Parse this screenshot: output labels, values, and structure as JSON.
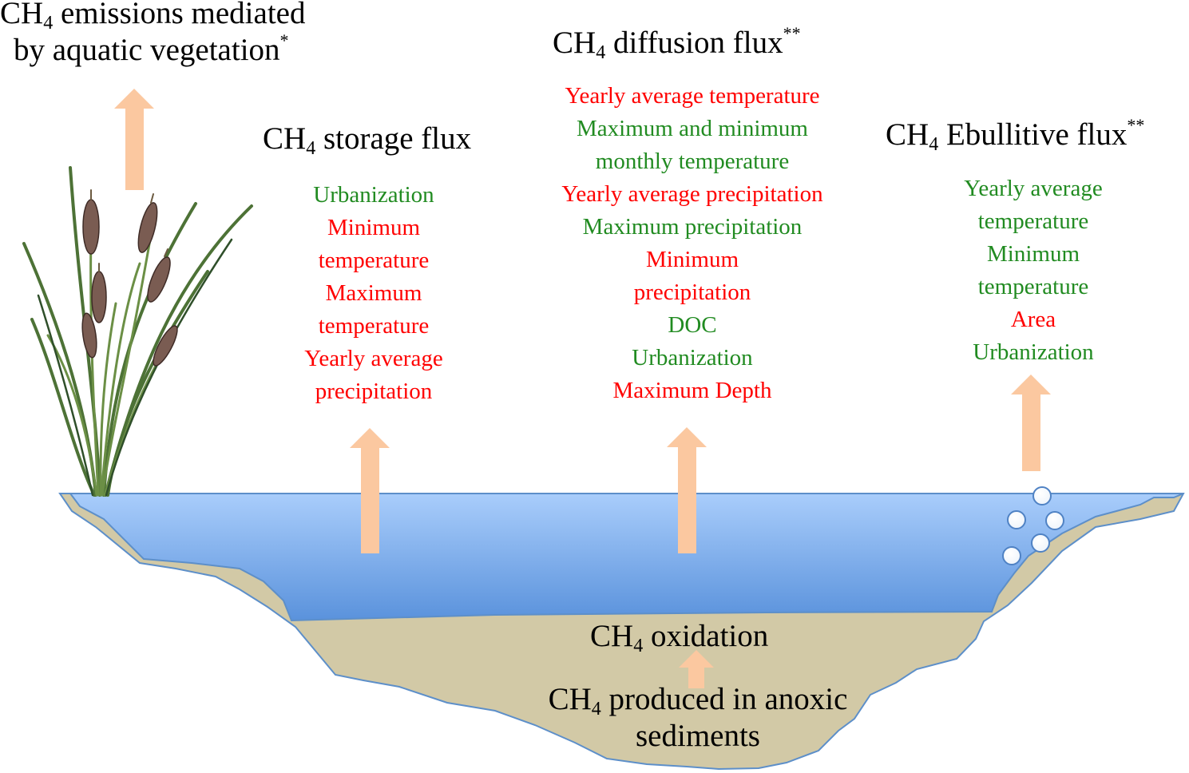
{
  "vegetation": {
    "title_pre": "CH",
    "title_sub": "4",
    "title_line1": " emissions mediated",
    "title_line2": "by aquatic vegetation",
    "title_sup": "*"
  },
  "storage": {
    "title_pre": "CH",
    "title_sub": "4",
    "title_post": " storage flux",
    "factors": [
      {
        "text": "Urbanization",
        "color": "green"
      },
      {
        "text": "Minimum",
        "color": "red"
      },
      {
        "text": "temperature",
        "color": "red"
      },
      {
        "text": "Maximum",
        "color": "red"
      },
      {
        "text": "temperature",
        "color": "red"
      },
      {
        "text": "Yearly average",
        "color": "red"
      },
      {
        "text": "precipitation",
        "color": "red"
      }
    ]
  },
  "diffusion": {
    "title_pre": "CH",
    "title_sub": "4",
    "title_post": " diffusion flux",
    "title_sup": "**",
    "factors": [
      {
        "text": "Yearly average temperature",
        "color": "red"
      },
      {
        "text": "Maximum and minimum",
        "color": "green"
      },
      {
        "text": "monthly temperature",
        "color": "green"
      },
      {
        "text": "Yearly average precipitation",
        "color": "red"
      },
      {
        "text": "Maximum precipitation",
        "color": "green"
      },
      {
        "text": "Minimum",
        "color": "red"
      },
      {
        "text": "precipitation",
        "color": "red"
      },
      {
        "text": "DOC",
        "color": "green"
      },
      {
        "text": "Urbanization",
        "color": "green"
      },
      {
        "text": "Maximum Depth",
        "color": "red"
      }
    ]
  },
  "ebullitive": {
    "title_pre": "CH",
    "title_sub": "4",
    "title_post": " Ebullitive flux",
    "title_sup": "**",
    "factors": [
      {
        "text": "Yearly average",
        "color": "green"
      },
      {
        "text": "temperature",
        "color": "green"
      },
      {
        "text": "Minimum",
        "color": "green"
      },
      {
        "text": "temperature",
        "color": "green"
      },
      {
        "text": "Area",
        "color": "red"
      },
      {
        "text": "Urbanization",
        "color": "green"
      }
    ]
  },
  "oxidation": {
    "title_pre": "CH",
    "title_sub": "4",
    "title_post": " oxidation"
  },
  "produced": {
    "title_pre": "CH",
    "title_sub": "4",
    "title_line1": " produced in anoxic",
    "title_line2": "sediments"
  },
  "colors": {
    "increase": "#ff0000",
    "decrease": "#218b21",
    "arrow": "#fbc8a0",
    "water_top": "#a9cdfb",
    "water_bottom": "#5a92dc",
    "sediment": "#d2c9a6",
    "outline": "#5d8fc9"
  }
}
